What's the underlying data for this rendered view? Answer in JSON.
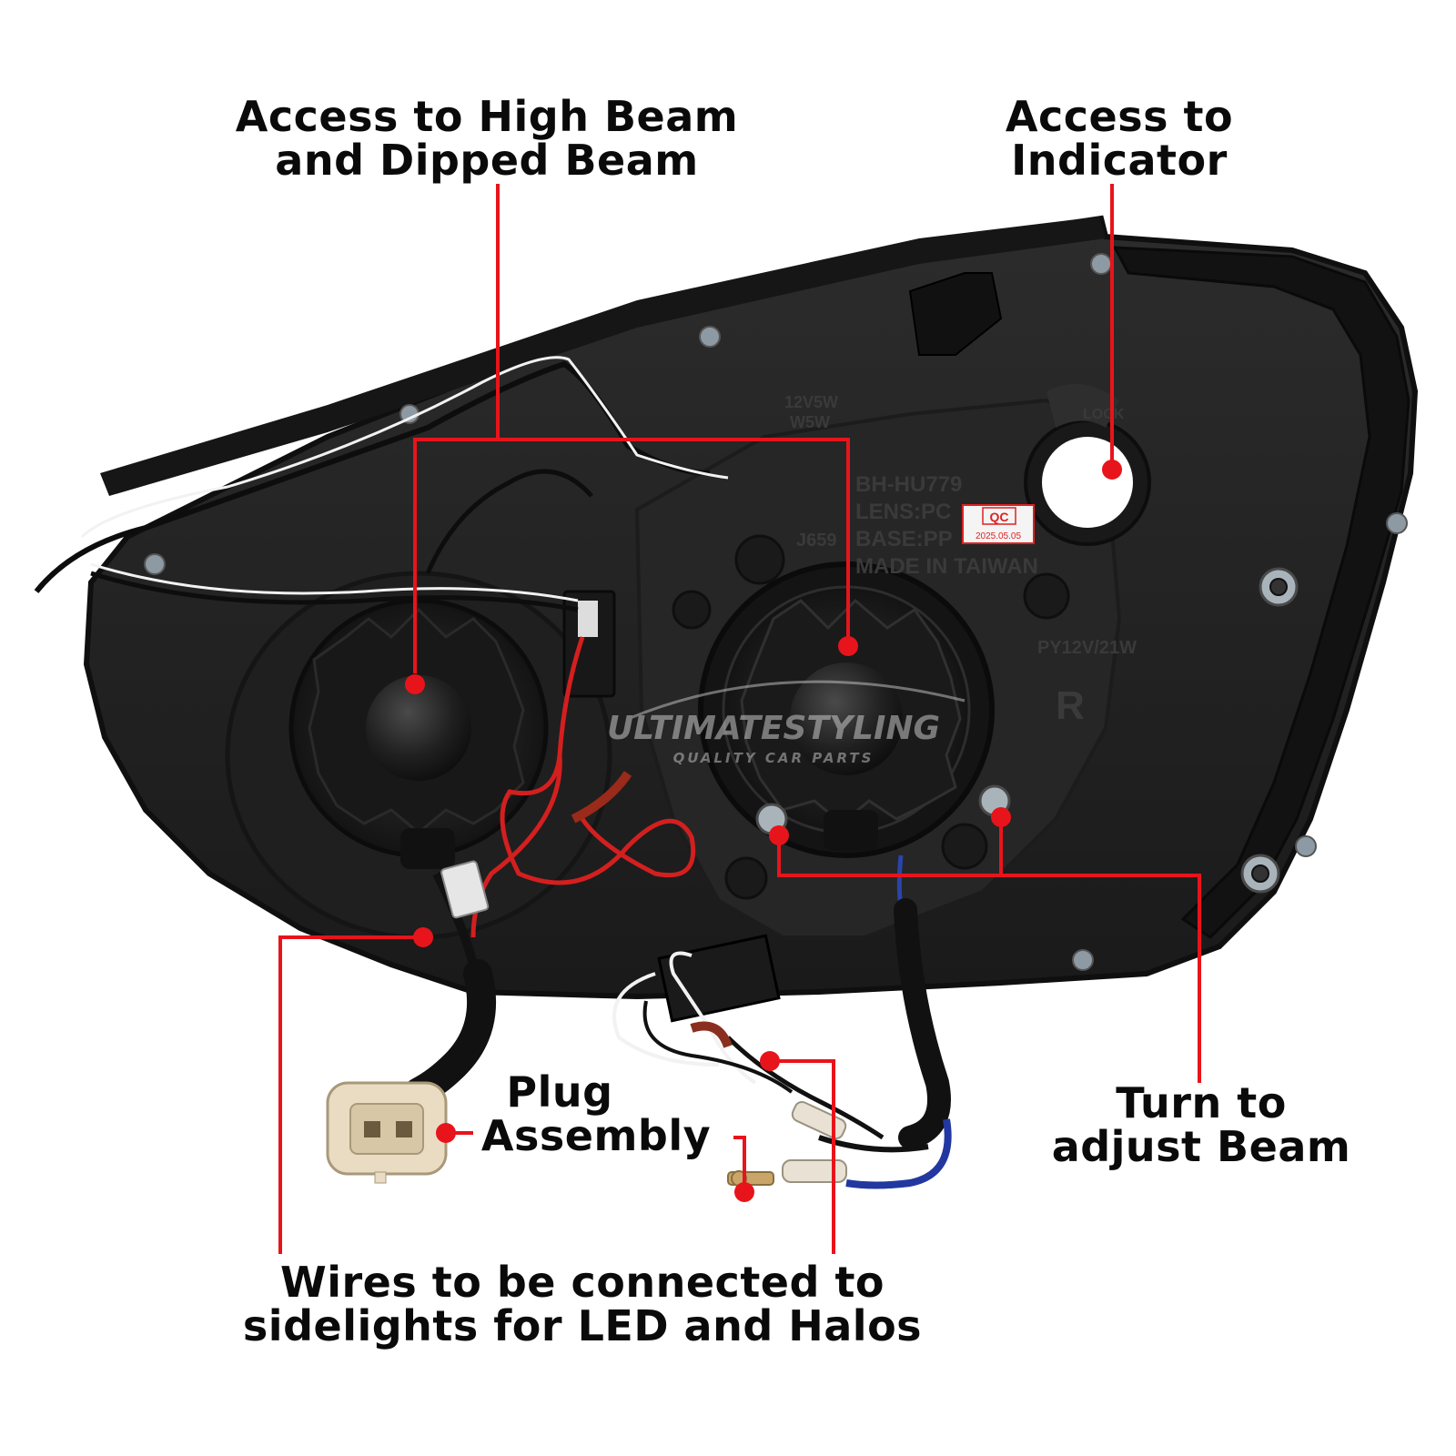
{
  "callouts": {
    "high_dipped": {
      "line1": "Access to High Beam",
      "line2": "and Dipped Beam"
    },
    "indicator": {
      "line1": "Access to",
      "line2": "Indicator"
    },
    "adjust": {
      "line1": "Turn to",
      "line2": "adjust Beam"
    },
    "plug": {
      "line1": "Plug",
      "line2": "Assembly"
    },
    "wires": {
      "line1": "Wires to be connected to",
      "line2": "sidelights for LED and Halos"
    }
  },
  "housing_markings": {
    "part_number": "BH-HU779",
    "lens": "LENS:PC",
    "base": "BASE:PP",
    "origin": "MADE IN TAIWAN",
    "qc_label": "QC",
    "qc_date": "2025.05.05",
    "bulb_spec": "PY12V/21W",
    "side": "R",
    "code": "J659",
    "sidelight_spec": "12V5W",
    "sidelight_spec2": "W5W",
    "lock": "LOCK"
  },
  "watermark": {
    "brand": "ULTIMATESTYLING",
    "tagline": "QUALITY CAR PARTS"
  },
  "colors": {
    "leader": "#e8141b",
    "housing": "#232323",
    "housing_edge": "#111111",
    "text": "#0a0a0a"
  }
}
